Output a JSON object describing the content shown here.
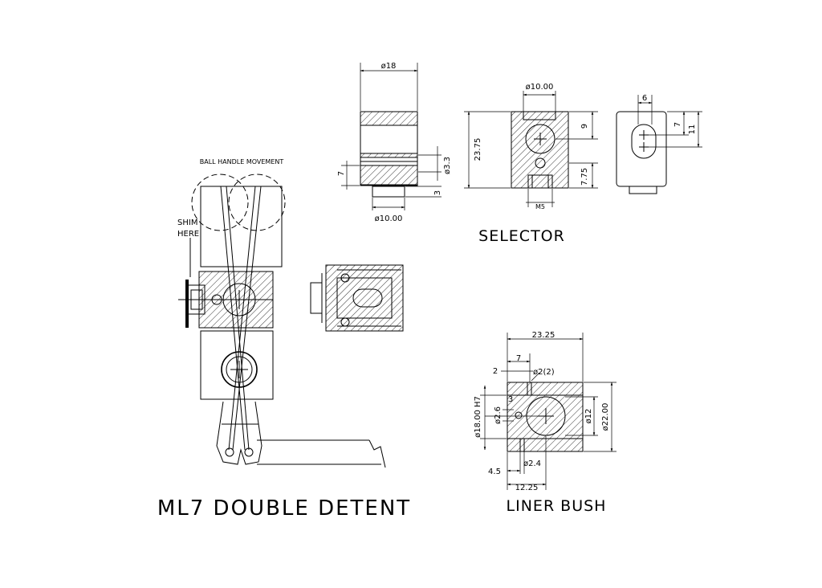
{
  "titles": {
    "main": "ML7 DOUBLE DETENT",
    "selector": "SELECTOR",
    "liner_bush": "LINER BUSH",
    "ball_handle": "BALL HANDLE MOVEMENT",
    "shim_line1": "SHIM",
    "shim_line2": "HERE"
  },
  "detent_part": {
    "dim_top": "ø18",
    "dim_bottom": "ø10.00",
    "dim_right_dia": "ø3.3",
    "dim_right_3": "3",
    "dim_left_7": "7"
  },
  "selector": {
    "dim_top": "ø10.00",
    "dim_height": "23.75",
    "dim_right_9": "9",
    "dim_right_775": "7.75",
    "dim_thread": "M5",
    "side_dim_6": "6",
    "side_dim_7": "7",
    "side_dim_11": "11"
  },
  "liner_bush": {
    "dim_width": "23.25",
    "dim_7": "7",
    "dim_2": "2",
    "dim_hole": "ø2(2)",
    "dim_bore": "ø18.00 H7",
    "dim_3": "3",
    "dim_26": "ø2.6",
    "dim_12": "ø12",
    "dim_outer": "ø22.00",
    "dim_45": "4.5",
    "dim_24": "ø2.4",
    "dim_1225": "12.25"
  }
}
